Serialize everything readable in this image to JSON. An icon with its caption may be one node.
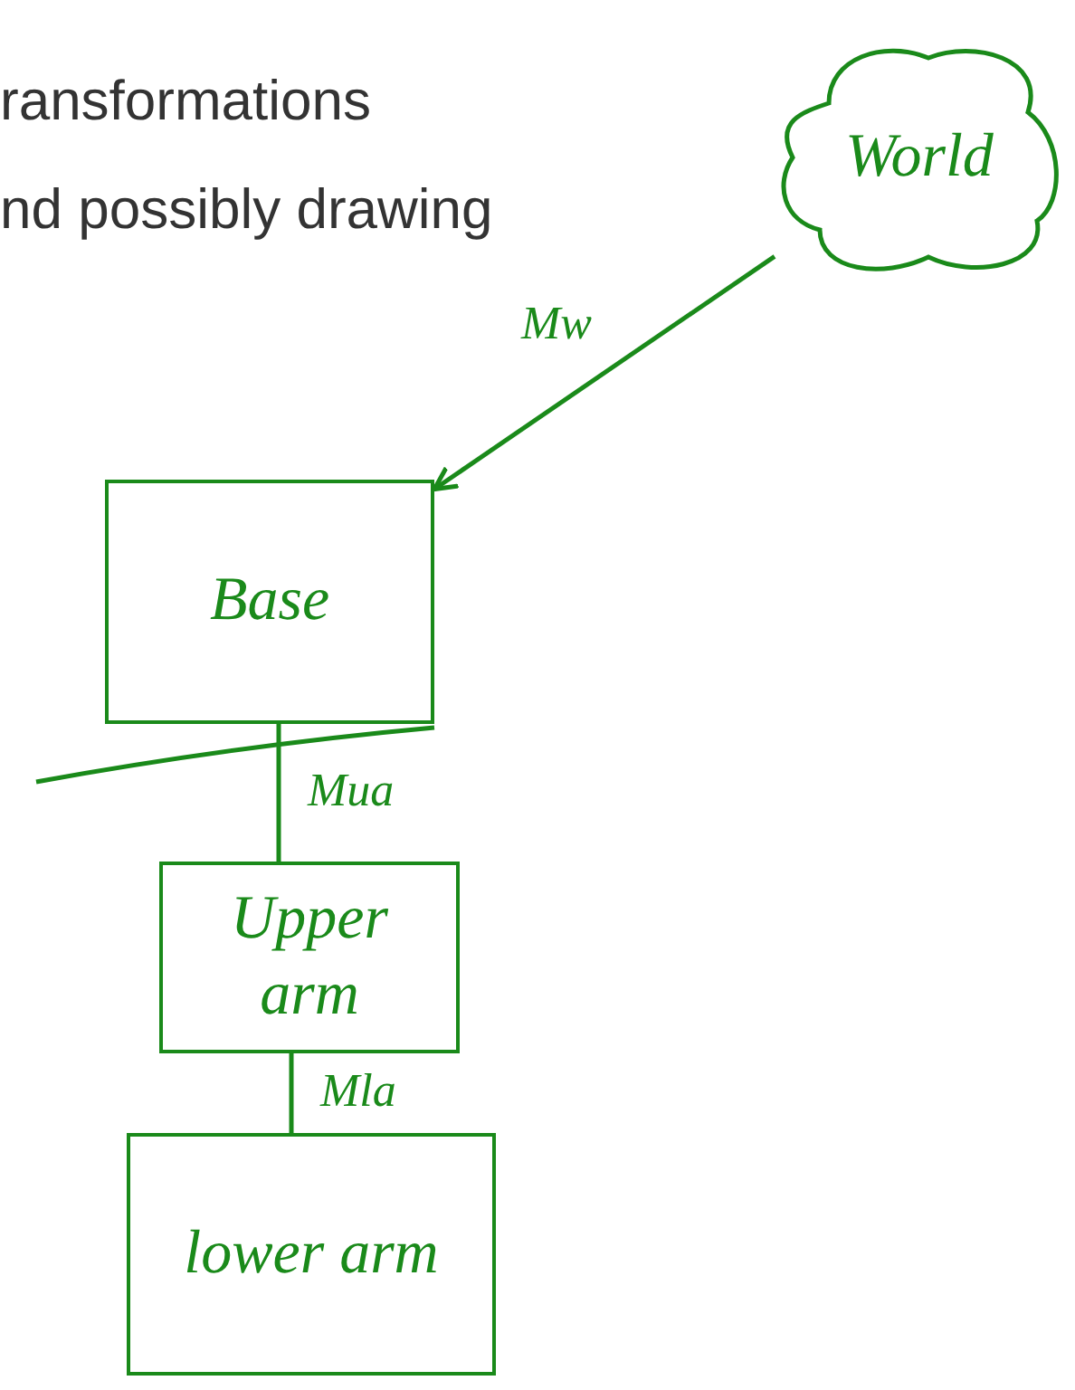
{
  "diagram": {
    "nodes": [
      {
        "text": [
          "World"
        ]
      },
      {
        "text": [
          "Base"
        ]
      },
      {
        "text": [
          "Upper arm"
        ]
      },
      {
        "text": [
          "lower arm"
        ]
      }
    ],
    "edges": [
      {
        "from": 0,
        "to": 1,
        "arrow": "to",
        "label": "Mw"
      },
      {
        "from": 1,
        "to": 2,
        "arrow": "none",
        "label": "Mua"
      },
      {
        "from": 2,
        "to": 3,
        "arrow": "none",
        "label": "Mla"
      }
    ],
    "labels": [
      "ransformations",
      "nd possibly drawing"
    ]
  }
}
